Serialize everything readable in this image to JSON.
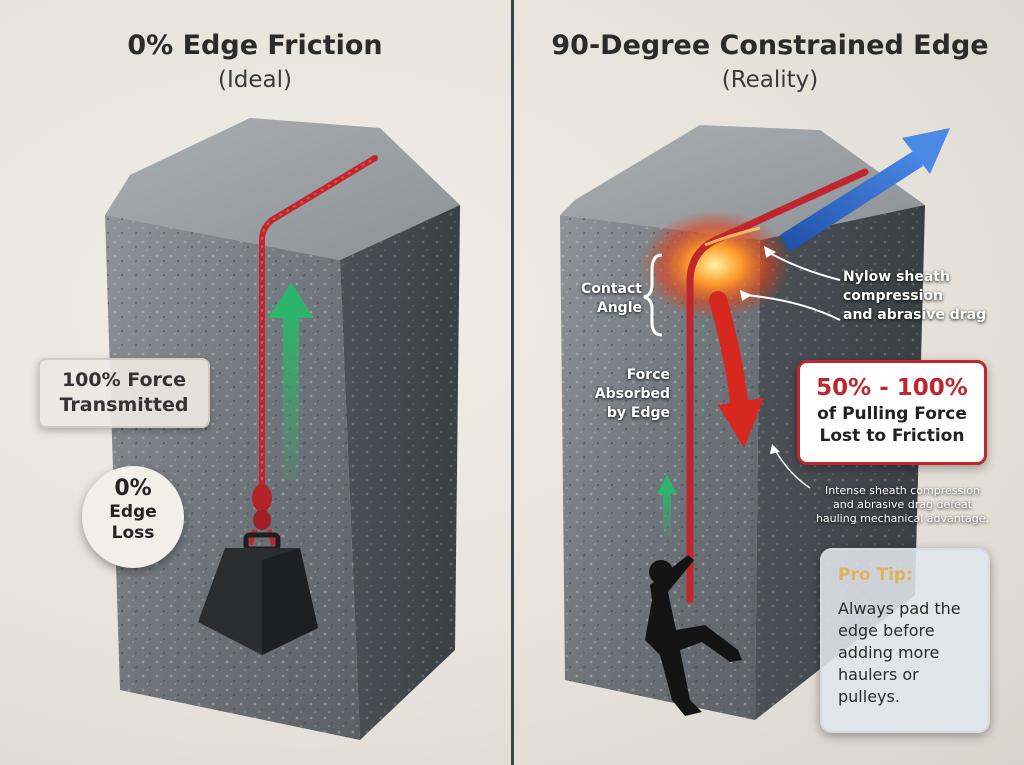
{
  "left_panel": {
    "title": "0% Edge Friction",
    "subtitle": "(Ideal)",
    "force_card": {
      "line1": "100% Force",
      "line2": "Transmitted"
    },
    "loss_bubble": {
      "line1": "0%",
      "line2": "Edge",
      "line3": "Loss"
    }
  },
  "right_panel": {
    "title": "90-Degree Constrained Edge",
    "subtitle": "(Reality)",
    "contact_angle": {
      "line1": "Contact",
      "line2": "Angle"
    },
    "force_absorbed": {
      "line1": "Force",
      "line2": "Absorbed",
      "line3": "by Edge"
    },
    "sheath_note": {
      "line1": "Nylow sheath",
      "line2": "compression",
      "line3": "and abrasive drag"
    },
    "loss_callout": {
      "line1": "50% - 100%",
      "line2": "of Pulling Force",
      "line3": "Lost to Friction"
    },
    "small_note": {
      "line1": "Intense sheath compression",
      "line2": "and abrasive drag defeat",
      "line3": "hauling mechanical advantage."
    },
    "pro_tip": {
      "heading": "Pro Tip:",
      "lines": [
        "Always pad the",
        "edge before",
        "adding more",
        "haulers or",
        "pulleys."
      ]
    }
  },
  "colors": {
    "rope": "#c0272d",
    "arrow_green": "#2eb36a",
    "arrow_blue": "#3a78d6",
    "arrow_red": "#d6281f",
    "callout_red": "#c0272d",
    "heat": "#ff7a1a"
  }
}
